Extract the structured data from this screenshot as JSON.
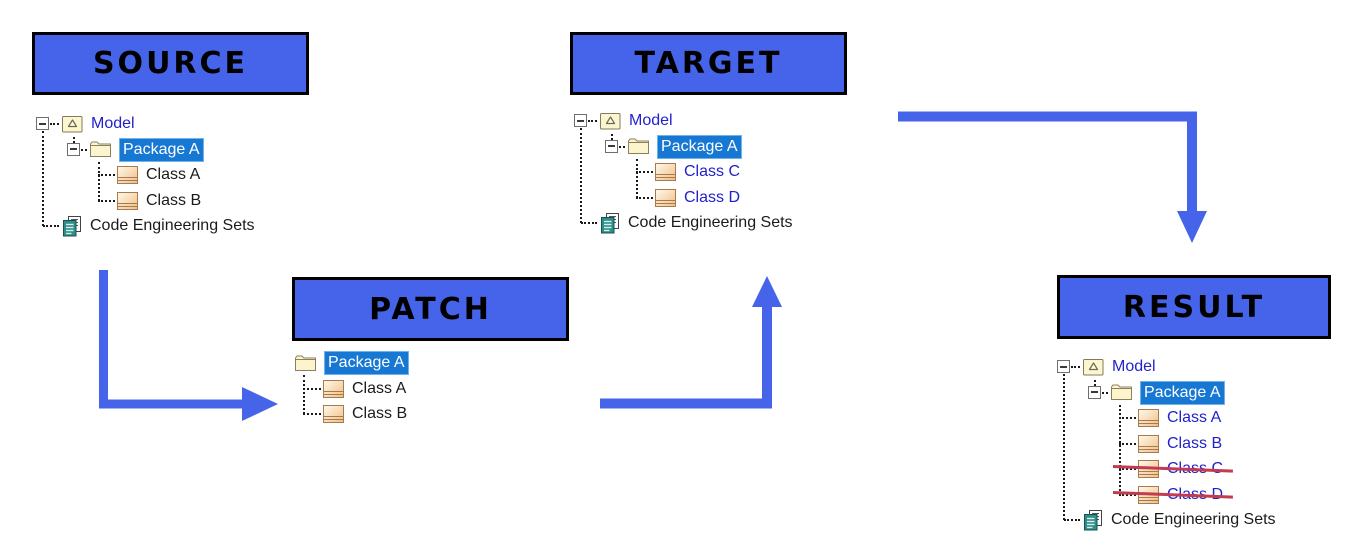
{
  "colors": {
    "accent": "#4664EA",
    "box_border": "#000000",
    "tree_blue": "#2222CC",
    "tree_black": "#1B1B1B",
    "selection_bg": "#1778D4",
    "selection_border": "#6FB3E8",
    "selection_text": "#FFFFFF",
    "strike": "#C23B4E"
  },
  "panels": [
    {
      "id": "source",
      "title": "SOURCE",
      "tree": {
        "rows": [
          {
            "label": "Model",
            "icon": "model",
            "level": 0,
            "color": "blue",
            "expander": true
          },
          {
            "label": "Package A",
            "icon": "folder",
            "level": 1,
            "color": "blue",
            "selected": true,
            "expander": true
          },
          {
            "label": "Class A",
            "icon": "class",
            "level": 2,
            "color": "black"
          },
          {
            "label": "Class B",
            "icon": "class",
            "level": 2,
            "color": "black"
          },
          {
            "label": "Code Engineering Sets",
            "icon": "codegen",
            "level": 0,
            "color": "black"
          }
        ]
      }
    },
    {
      "id": "target",
      "title": "TARGET",
      "tree": {
        "rows": [
          {
            "label": "Model",
            "icon": "model",
            "level": 0,
            "color": "blue",
            "expander": true
          },
          {
            "label": "Package A",
            "icon": "folder",
            "level": 1,
            "color": "blue",
            "selected": true,
            "expander": true
          },
          {
            "label": "Class C",
            "icon": "class",
            "level": 2,
            "color": "blue"
          },
          {
            "label": "Class D",
            "icon": "class",
            "level": 2,
            "color": "blue"
          },
          {
            "label": "Code Engineering Sets",
            "icon": "codegen",
            "level": 0,
            "color": "black"
          }
        ]
      }
    },
    {
      "id": "patch",
      "title": "PATCH",
      "tree": {
        "rows": [
          {
            "label": "Package A",
            "icon": "folder",
            "level": 0,
            "color": "blue",
            "selected": true
          },
          {
            "label": "Class A",
            "icon": "class",
            "level": 1,
            "color": "black"
          },
          {
            "label": "Class B",
            "icon": "class",
            "level": 1,
            "color": "black"
          }
        ]
      }
    },
    {
      "id": "result",
      "title": "RESULT",
      "tree": {
        "rows": [
          {
            "label": "Model",
            "icon": "model",
            "level": 0,
            "color": "blue",
            "expander": true
          },
          {
            "label": "Package A",
            "icon": "folder",
            "level": 1,
            "color": "blue",
            "selected": true,
            "expander": true
          },
          {
            "label": "Class A",
            "icon": "class",
            "level": 2,
            "color": "blue"
          },
          {
            "label": "Class B",
            "icon": "class",
            "level": 2,
            "color": "blue"
          },
          {
            "label": "Class C",
            "icon": "class",
            "level": 2,
            "color": "blue",
            "struck": true
          },
          {
            "label": "Class D",
            "icon": "class",
            "level": 2,
            "color": "blue",
            "struck": true
          },
          {
            "label": "Code Engineering Sets",
            "icon": "codegen",
            "level": 0,
            "color": "black"
          }
        ]
      }
    }
  ]
}
